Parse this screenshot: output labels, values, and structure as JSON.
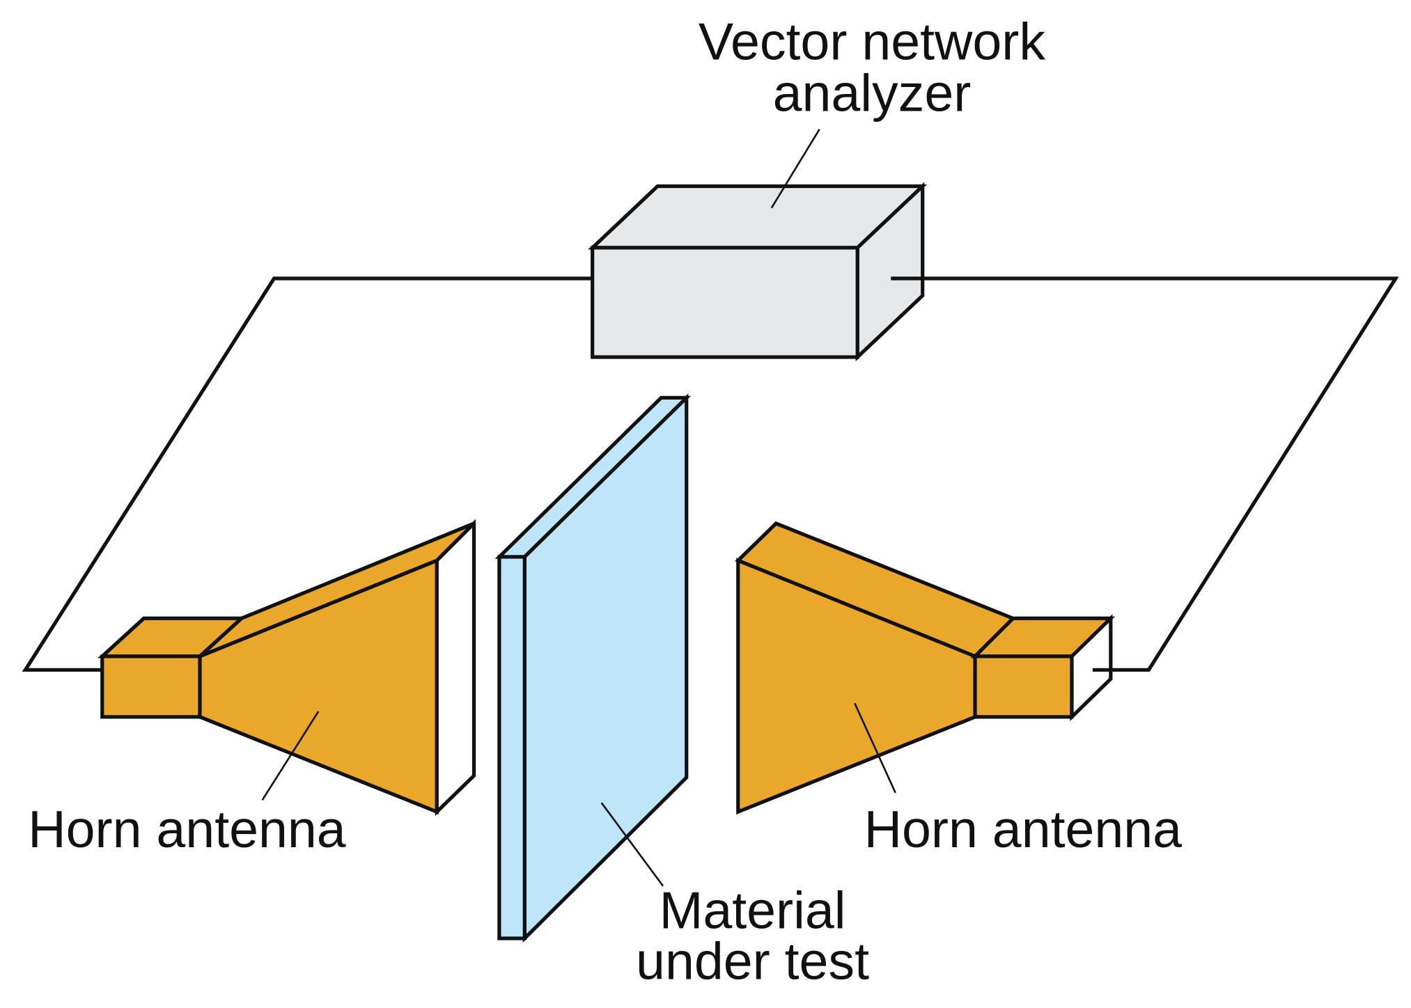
{
  "labels": {
    "vna_line1": "Vector network",
    "vna_line2": "analyzer",
    "horn_left": "Horn antenna",
    "horn_right": "Horn antenna",
    "mut_line1": "Material",
    "mut_line2": "under test"
  },
  "colors": {
    "vna_front": "#e6e7e8",
    "vna_top": "#e6e7e8",
    "vna_side": "#e6e7e8",
    "horn": "#e9a72c",
    "horn_aperture": "#ffffff",
    "material": "#bfe5f9",
    "line": "#111111",
    "text": "#111111"
  }
}
